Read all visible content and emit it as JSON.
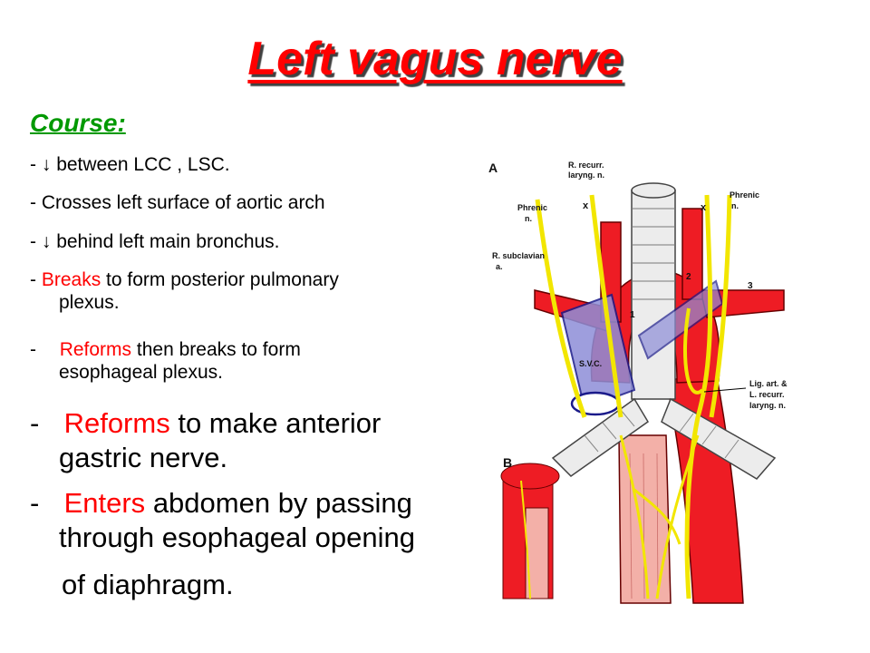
{
  "title": "Left vagus nerve",
  "course_heading": "Course:",
  "bullets": {
    "b1": {
      "dash": "-",
      "arrow": "↓",
      "text": "between LCC , LSC."
    },
    "b2": {
      "text": "- Crosses left surface of aortic arch"
    },
    "b3": {
      "dash": "-",
      "arrow": "↓",
      "text": "behind left main bronchus."
    },
    "b4": {
      "dash": "-",
      "red": "Breaks",
      "text": "to form posterior pulmonary",
      "cont": "plexus."
    },
    "b5": {
      "dash": "-",
      "red": "Reforms",
      "text": "then breaks to form",
      "cont": "esophageal  plexus."
    },
    "b6": {
      "dash": "-",
      "red": "Reforms",
      "text": "to make anterior",
      "cont": "gastric nerve."
    },
    "b7": {
      "dash": "-",
      "red": "Enters",
      "text": "abdomen by passing",
      "cont": "through esophageal opening",
      "cont2": "of diaphragm."
    }
  },
  "figure": {
    "label_a": "A",
    "label_b": "B",
    "labels": {
      "r_recurr": "R. recurr.",
      "laryng_n": "laryng. n.",
      "phrenic_left": "Phrenic",
      "n_left": "n.",
      "phrenic_right": "Phrenic",
      "n_right": "n.",
      "x1": "x",
      "x2": "x",
      "r_subclavian": "R. subclavian",
      "a": "a.",
      "svc": "S.V.C.",
      "num1": "1",
      "num2": "2",
      "num3": "3",
      "lig_art": "Lig. art. &",
      "l_recurr": "L. recurr.",
      "laryng_n2": "laryng. n."
    },
    "colors": {
      "artery": "#ee1c24",
      "nerve": "#f2e600",
      "vein": "#8e8ed8",
      "trachea": "#e8e8e8",
      "esophagus": "#f3b0a8"
    }
  }
}
